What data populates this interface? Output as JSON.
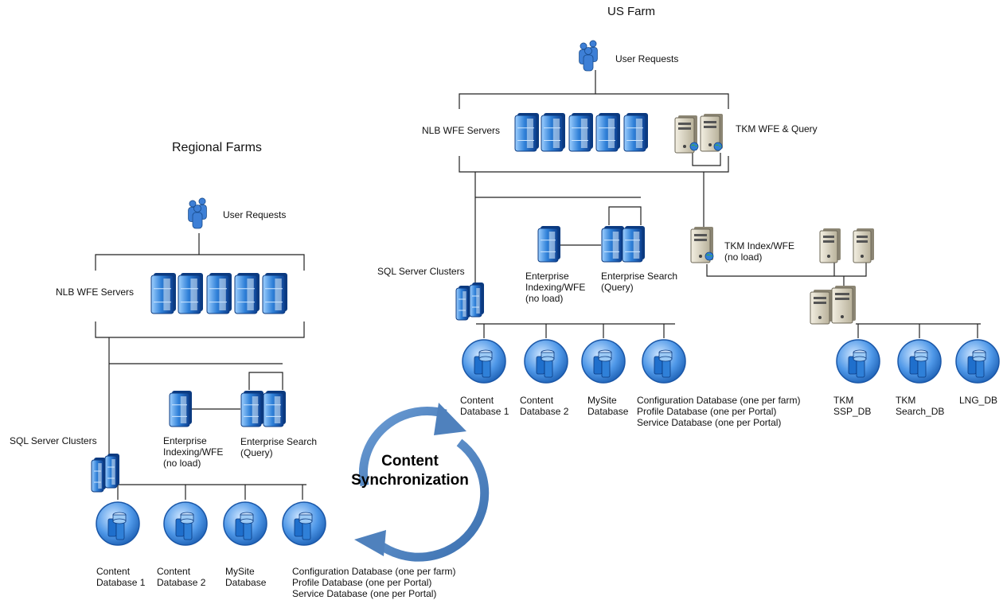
{
  "us_farm": {
    "title": "US Farm",
    "user_requests": "User Requests",
    "nlb_wfe_servers": "NLB WFE Servers",
    "tkm_wfe_query": "TKM WFE & Query",
    "tkm_index_wfe": "TKM Index/WFE\n(no load)",
    "sql_server_clusters": "SQL Server Clusters",
    "enterprise_indexing": "Enterprise\nIndexing/WFE\n(no load)",
    "enterprise_search": "Enterprise Search\n(Query)",
    "databases": [
      {
        "label": "Content\nDatabase 1"
      },
      {
        "label": "Content\nDatabase 2"
      },
      {
        "label": "MySite\nDatabase"
      },
      {
        "label": "Configuration Database (one per farm)\nProfile Database (one per Portal)\nService Database (one per Portal)"
      }
    ],
    "tkm_databases": [
      {
        "label": "TKM\nSSP_DB"
      },
      {
        "label": "TKM\nSearch_DB"
      },
      {
        "label": "LNG_DB"
      }
    ]
  },
  "regional_farms": {
    "title": "Regional Farms",
    "user_requests": "User Requests",
    "nlb_wfe_servers": "NLB WFE Servers",
    "sql_server_clusters": "SQL Server Clusters",
    "enterprise_indexing": "Enterprise\nIndexing/WFE\n(no load)",
    "enterprise_search": "Enterprise Search\n(Query)",
    "databases": [
      {
        "label": "Content\nDatabase 1"
      },
      {
        "label": "Content\nDatabase 2"
      },
      {
        "label": "MySite\nDatabase"
      },
      {
        "label": "Configuration Database (one per farm)\nProfile Database (one per Portal)\nService Database (one per Portal)"
      }
    ]
  },
  "sync": {
    "label": "Content\nSynchronization"
  },
  "colors": {
    "blue_server": "#2f80d8",
    "sync_arrow": "#4f81bd",
    "line": "#222222"
  }
}
